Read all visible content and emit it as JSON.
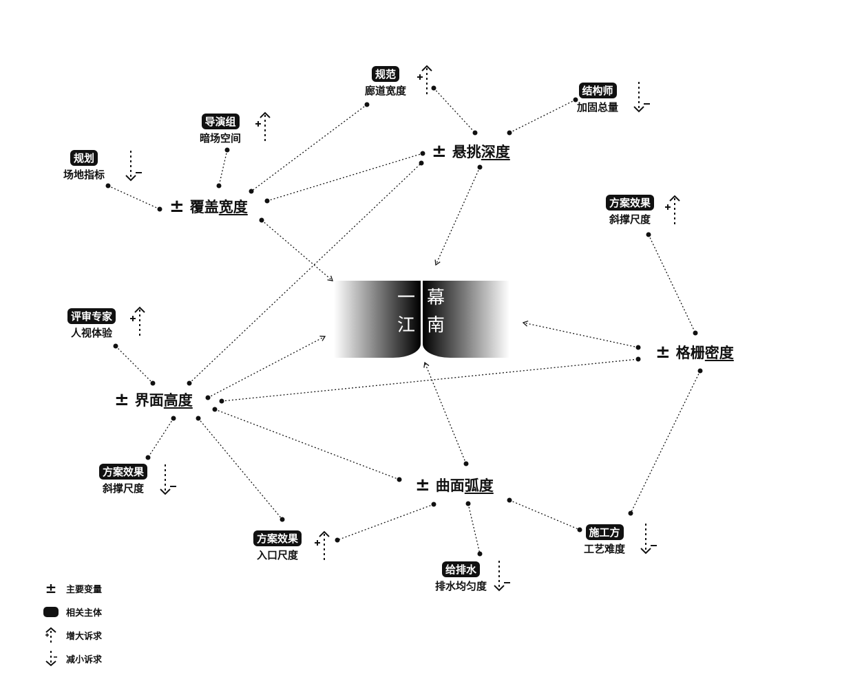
{
  "center": {
    "chars": [
      "一",
      "江",
      "幕",
      "南"
    ]
  },
  "variables": [
    {
      "id": "cover",
      "plain": "覆盖",
      "ul": "宽度"
    },
    {
      "id": "cant",
      "plain": "悬挑",
      "ul": "深度"
    },
    {
      "id": "grid",
      "plain": "格栅",
      "ul": "密度"
    },
    {
      "id": "iface",
      "plain": "界面",
      "ul": "高度"
    },
    {
      "id": "curve",
      "plain": "曲面",
      "ul": "弧度"
    }
  ],
  "symbol": "±",
  "actors": [
    {
      "tag": "规划",
      "text": "场地指标",
      "dir": "decrease"
    },
    {
      "tag": "导演组",
      "text": "暗场空间",
      "dir": "increase"
    },
    {
      "tag": "规范",
      "text": "廊道宽度",
      "dir": "increase"
    },
    {
      "tag": "结构师",
      "text": "加固总量",
      "dir": "decrease"
    },
    {
      "tag": "方案效果",
      "text": "斜撑尺度",
      "dir": "increase"
    },
    {
      "tag": "评审专家",
      "text": "人视体验",
      "dir": "increase"
    },
    {
      "tag": "方案效果",
      "text": "斜撑尺度",
      "dir": "decrease"
    },
    {
      "tag": "方案效果",
      "text": "入口尺度",
      "dir": "increase"
    },
    {
      "tag": "给排水",
      "text": "排水均匀度",
      "dir": "decrease"
    },
    {
      "tag": "施工方",
      "text": "工艺难度",
      "dir": "decrease"
    }
  ],
  "legend": {
    "main_variable": "主要变量",
    "related_party": "相关主体",
    "increase": "增大诉求",
    "decrease": "减小诉求"
  }
}
